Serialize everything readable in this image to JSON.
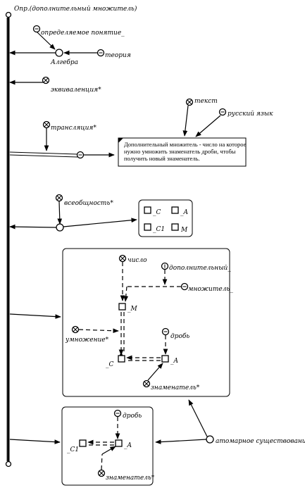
{
  "title": "Опр.(дополнительный множитель)",
  "labels": {
    "opredelyaemoe": "определяемое понятие_",
    "algebra": "Алгебра",
    "teoriya": "теория",
    "ekvivalentsiya": "эквиваленция*",
    "translyatsiya": "трансляция*",
    "tekst": "текст",
    "russkiy": "русский язык",
    "vseobshnost": "всеобщность*",
    "atomarnoe": "атомарное существование"
  },
  "definition_text": [
    "Дополнительный множитель - число на которое",
    "нужно умножить знаменатель дроби, чтобы",
    "получить новый знаменатель."
  ],
  "box_c": {
    "c": "_C",
    "a": "_A",
    "c1": "_C1",
    "m": "M"
  },
  "box_main": {
    "chislo": "число",
    "dopolnitelnyy": "дополнительный_",
    "mnozhitel": "множитель_",
    "m": "_M",
    "umnozhenie": "умножение*",
    "drob": "дробь",
    "c": "_C",
    "a": "_A",
    "znamenatel": "знаменатель*"
  },
  "box_bottom": {
    "drob": "дробь",
    "c1": "_C1",
    "a": "_A",
    "znamenatel": "знаменатель*"
  }
}
